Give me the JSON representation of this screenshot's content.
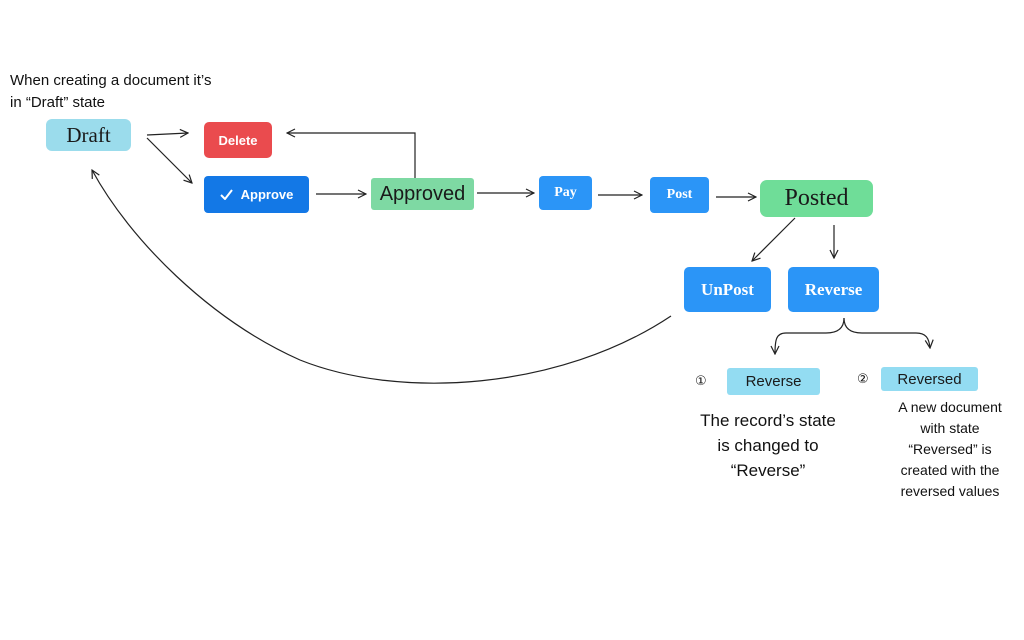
{
  "intro_note": {
    "line1": "When creating a document it’s",
    "line2": "in “Draft” state"
  },
  "nodes": {
    "draft": "Draft",
    "delete": "Delete",
    "approve": "Approve",
    "approved": "Approved",
    "pay": "Pay",
    "post": "Post",
    "posted": "Posted",
    "unpost": "UnPost",
    "reverse": "Reverse",
    "reverse_state": "Reverse",
    "reversed_state": "Reversed"
  },
  "options": {
    "one": {
      "marker": "①",
      "line1": "The record’s state",
      "line2": "is changed to",
      "line3": "“Reverse”"
    },
    "two": {
      "marker": "②",
      "line1": "A new document",
      "line2": "with state",
      "line3": "“Reversed” is",
      "line4": "created with the",
      "line5": "reversed values"
    }
  },
  "colors": {
    "draft_state": "#9bdcec",
    "delete_action": "#ea4b4e",
    "approve_action": "#1378e6",
    "approved_state": "#7ed9a3",
    "action_blue": "#2b95f7",
    "posted_state": "#6fdd98",
    "reverse_state": "#93dcf2"
  },
  "icons": {
    "approve": "check-icon"
  }
}
